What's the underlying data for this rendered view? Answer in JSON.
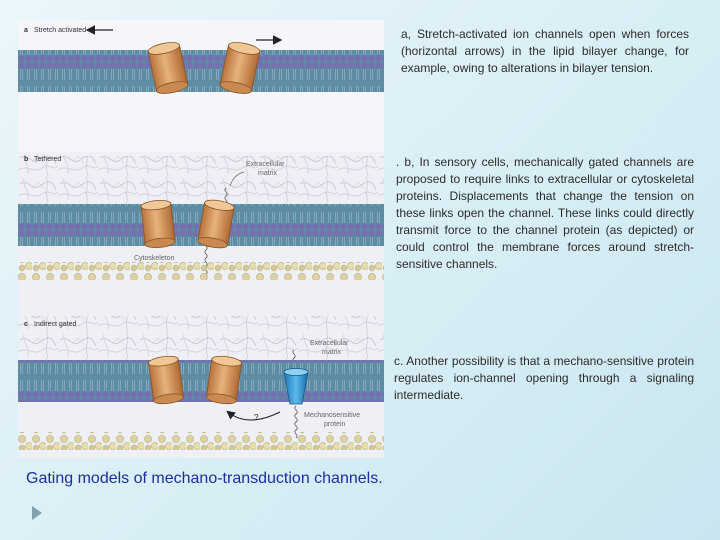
{
  "figure": {
    "panel_a": {
      "letter": "a",
      "title": "Stretch activated"
    },
    "panel_b": {
      "letter": "b",
      "title": "Tethered",
      "label_extracellular": "Extracellular matrix",
      "label_cytoskeleton": "Cytoskeleton"
    },
    "panel_c": {
      "letter": "c",
      "title": "Indirect gated",
      "label_extracellular": "Extracellular matrix",
      "label_mechanosensitive": "Mechanosensitive protein",
      "label_question": "?"
    }
  },
  "descriptions": {
    "a": "a, Stretch-activated ion channels open when forces (horizontal arrows) in the lipid  bilayer change, for example, owing to alterations in bilayer tension.",
    "b": ". b, In sensory cells, mechanically gated channels are proposed to require links to extracellular or cytoskeletal proteins. Displacements that change the tension on these links open the channel. These links could directly transmit force to the channel protein (as depicted) or could control the membrane forces around stretch-sensitive channels.",
    "c": "c. Another possibility  is that a mechano-sensitive protein regulates ion-channel opening through  a signaling intermediate."
  },
  "caption": "Gating models of mechano-transduction channels.",
  "colors": {
    "caption": "#1c2f9a",
    "membrane_head": "#6f69a8",
    "membrane_core": "#5f8fa5",
    "channel": "#d7965a",
    "mechanosensitive_protein": "#3b9bd8",
    "cytoskeleton": "#d8cfa4",
    "background": "#e3f3f8"
  }
}
